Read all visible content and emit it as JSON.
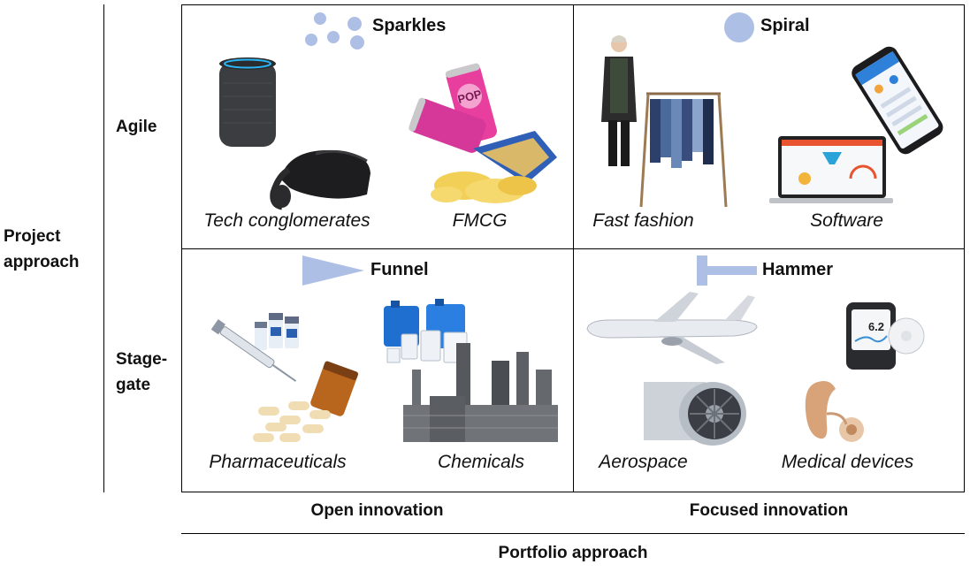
{
  "y_axis": {
    "title_line1": "Project",
    "title_line2": "approach"
  },
  "x_axis": {
    "title": "Portfolio approach"
  },
  "rows": [
    {
      "label_line1": "Agile",
      "label_line2": ""
    },
    {
      "label_line1": "Stage-",
      "label_line2": "gate"
    }
  ],
  "columns": [
    "Open innovation",
    "Focused innovation"
  ],
  "quadrants": {
    "top_left": {
      "strategy": "Sparkles",
      "sectors": [
        "Tech conglomerates",
        "FMCG"
      ]
    },
    "top_right": {
      "strategy": "Spiral",
      "sectors": [
        "Fast fashion",
        "Software"
      ]
    },
    "bottom_left": {
      "strategy": "Funnel",
      "sectors": [
        "Pharmaceuticals",
        "Chemicals"
      ]
    },
    "bottom_right": {
      "strategy": "Hammer",
      "sectors": [
        "Aerospace",
        "Medical devices"
      ]
    }
  },
  "product_text": {
    "can_logo": "POP",
    "device_reading": "6.2"
  },
  "colors": {
    "accent": "#aebfe6",
    "can_pink": "#e83e9e",
    "line": "#000000"
  }
}
